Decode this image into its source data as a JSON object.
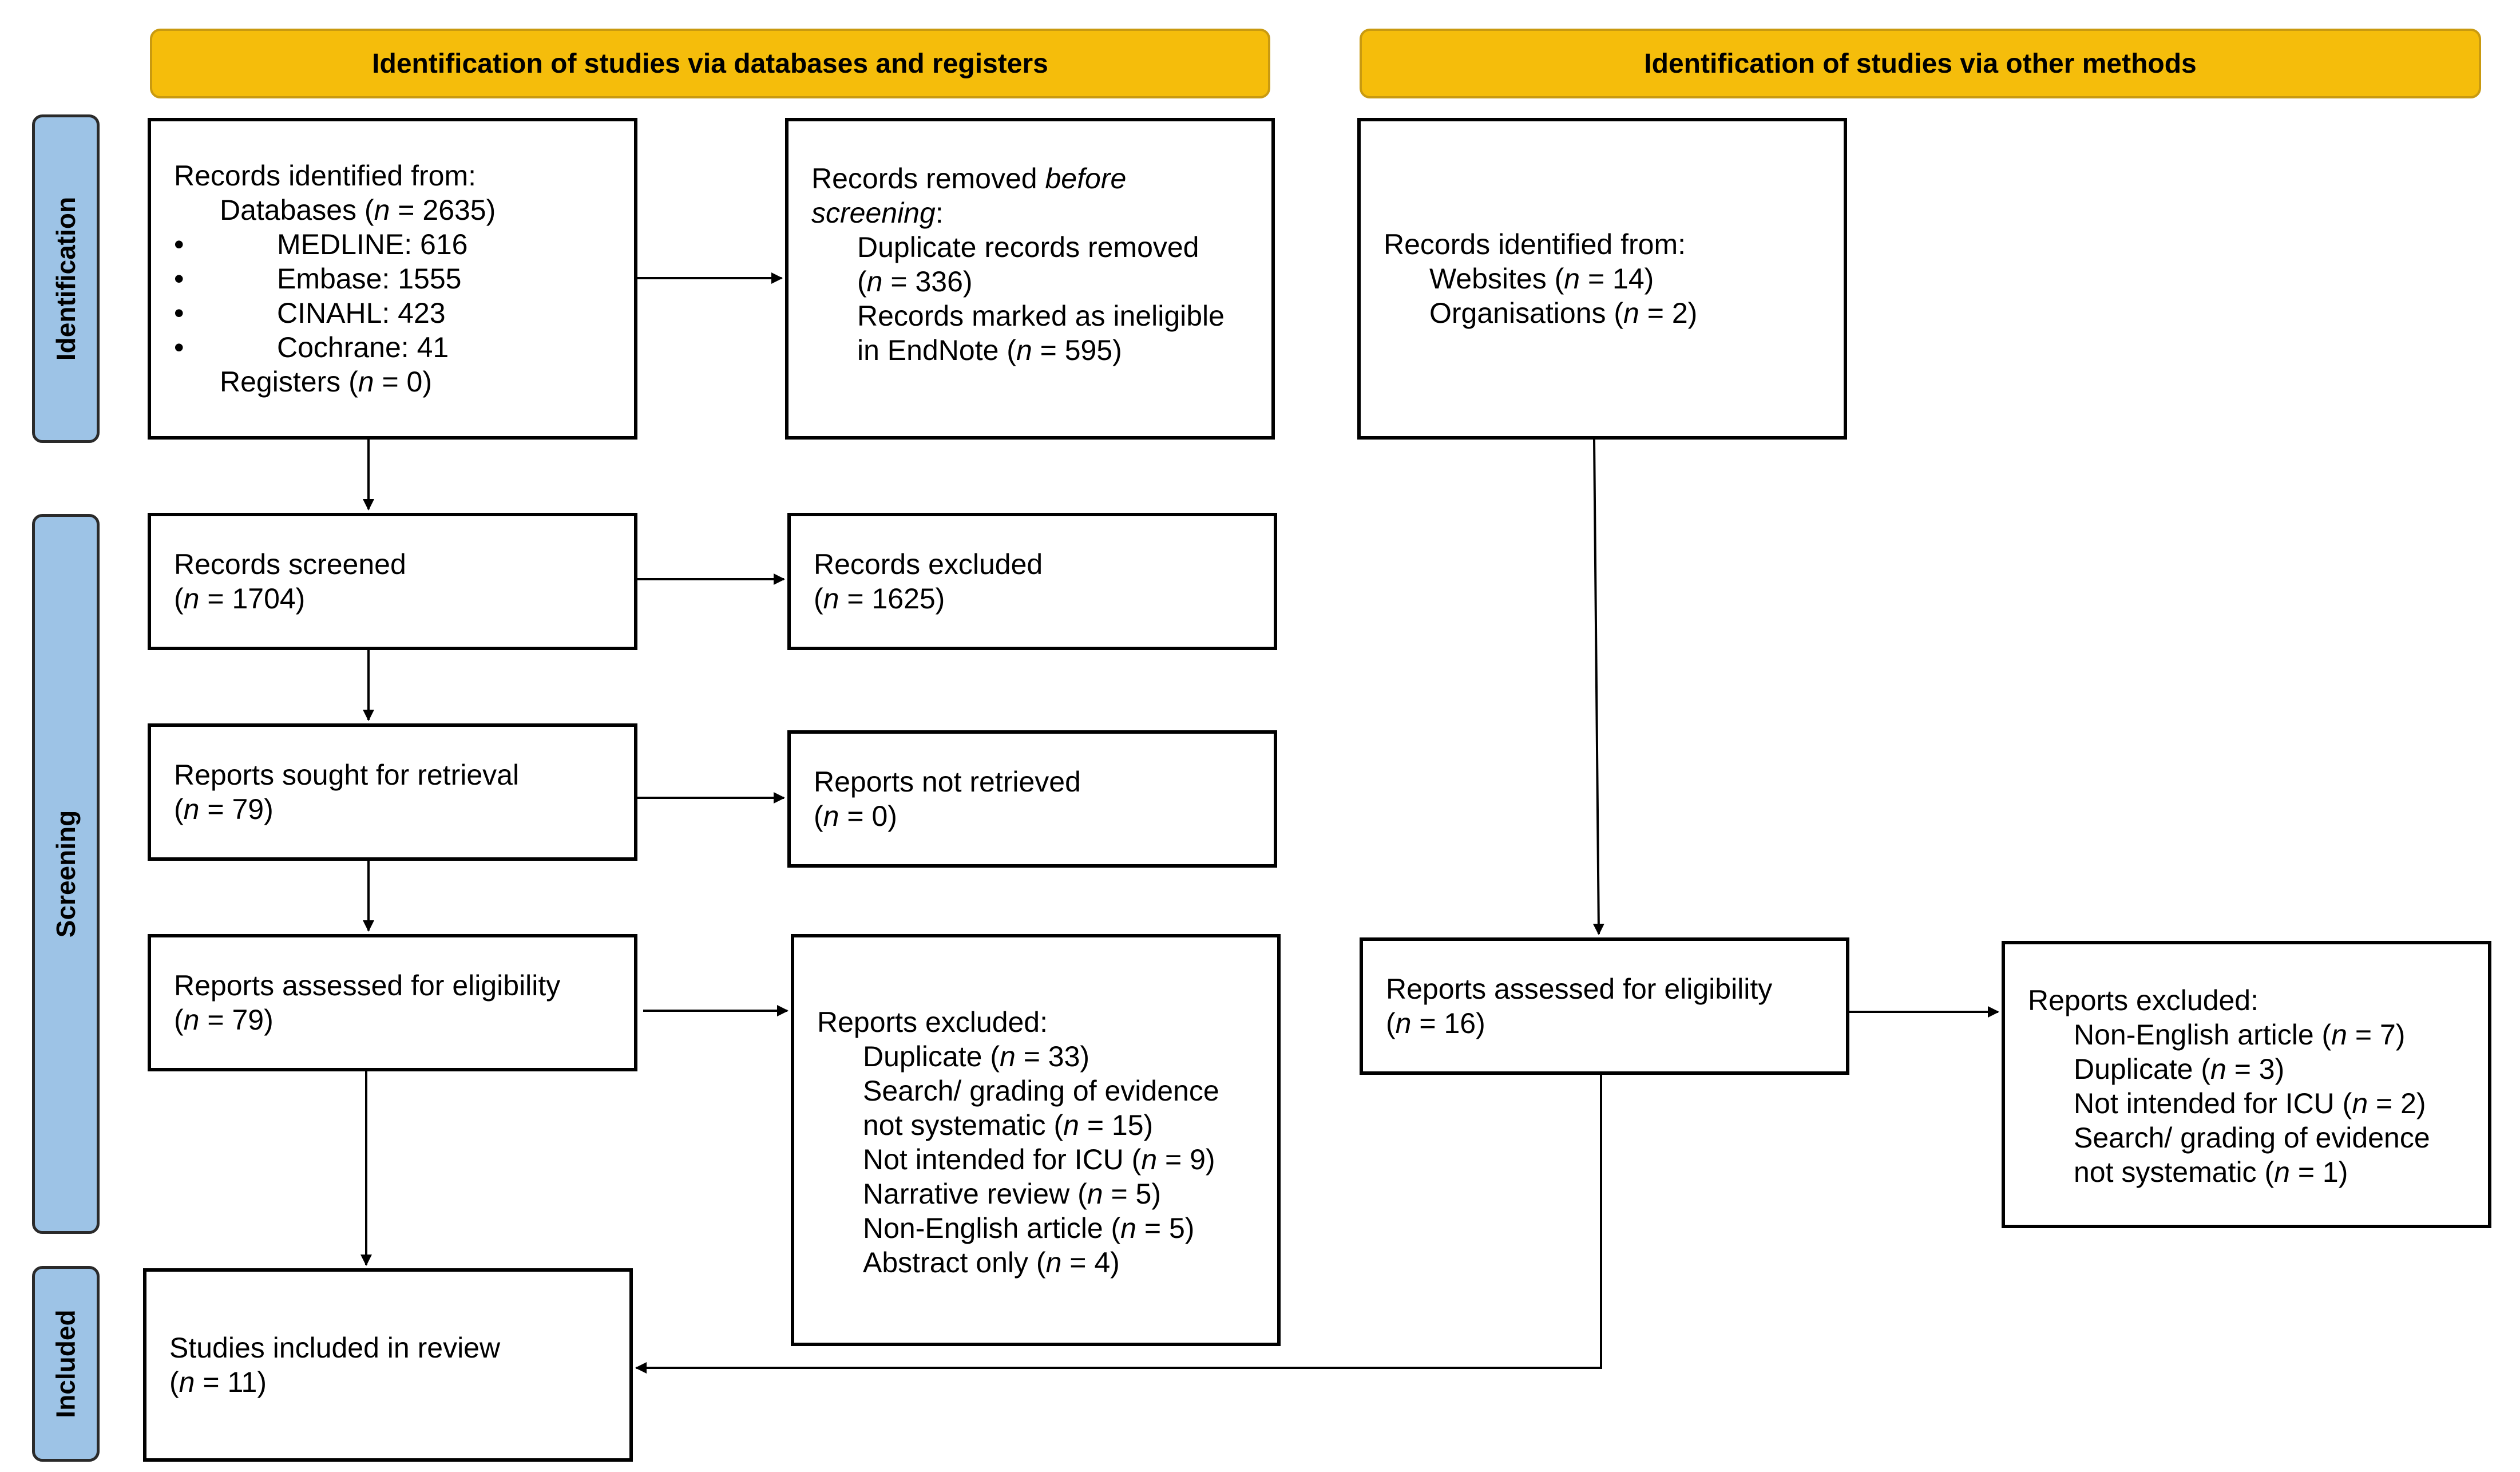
{
  "headers": {
    "databases": "Identification of studies via databases and registers",
    "other": "Identification of studies via other methods"
  },
  "phases": {
    "identification": "Identification",
    "screening": "Screening",
    "included": "Included"
  },
  "id_db": {
    "title": "Records identified from:",
    "databases_prefix": "Databases (",
    "n": "n",
    "databases_suffix": " = 2635)",
    "bullet": "•",
    "medline": "MEDLINE: 616",
    "embase": "Embase: 1555",
    "cinahl": "CINAHL: 423",
    "cochrane": "Cochrane: 41",
    "registers_prefix": "Registers (",
    "registers_suffix": " = 0)"
  },
  "removed": {
    "title_prefix": "Records removed ",
    "title_italic": "before screening",
    "title_suffix": ":",
    "duplicates": "Duplicate records removed",
    "dup_n_open": "(",
    "dup_n": " = 336)",
    "ineligible": "Records marked as ineligible",
    "ineligible_2_prefix": "in EndNote (",
    "ineligible_2_suffix": " = 595)"
  },
  "id_other": {
    "title": "Records identified from:",
    "websites_prefix": "Websites (",
    "websites_suffix": " = 14)",
    "orgs_prefix": "Organisations (",
    "orgs_suffix": " = 2)"
  },
  "screened": {
    "label": "Records screened",
    "n_suffix": " = 1704)"
  },
  "excluded": {
    "label": "Records excluded",
    "n_suffix": " = 1625)"
  },
  "sought": {
    "label": "Reports sought for retrieval",
    "n_suffix": " = 79)"
  },
  "not_retrieved": {
    "label": "Reports not retrieved",
    "n_suffix": " = 0)"
  },
  "assessed_db": {
    "label": "Reports assessed for eligibility",
    "n_suffix": " = 79)"
  },
  "excluded_db": {
    "title": "Reports excluded:",
    "r1_prefix": "Duplicate (",
    "r1_suffix": " = 33)",
    "r2": "Search/ grading of evidence",
    "r3_prefix": "not systematic (",
    "r3_suffix": " = 15)",
    "r4_prefix": "Not intended for ICU (",
    "r4_suffix": " = 9)",
    "r5_prefix": "Narrative review (",
    "r5_suffix": " = 5)",
    "r6_prefix": "Non-English article (",
    "r6_suffix": " = 5)",
    "r7_prefix": "Abstract only (",
    "r7_suffix": " = 4)"
  },
  "assessed_other": {
    "label": "Reports assessed for eligibility",
    "n_suffix": " = 16)"
  },
  "excluded_other": {
    "title": "Reports excluded:",
    "r1_prefix": "Non-English article (",
    "r1_suffix": " = 7)",
    "r2_prefix": "Duplicate (",
    "r2_suffix": " = 3)",
    "r3_prefix": "Not intended for ICU (",
    "r3_suffix": " = 2)",
    "r4": "Search/ grading of evidence",
    "r5_prefix": "not systematic (",
    "r5_suffix": " = 1)"
  },
  "included": {
    "label": "Studies included in review",
    "n_suffix": " = 11)"
  },
  "open_paren": "(",
  "colors": {
    "header_fill": "#f5bd0b",
    "phase_fill": "#9dc3e6"
  }
}
